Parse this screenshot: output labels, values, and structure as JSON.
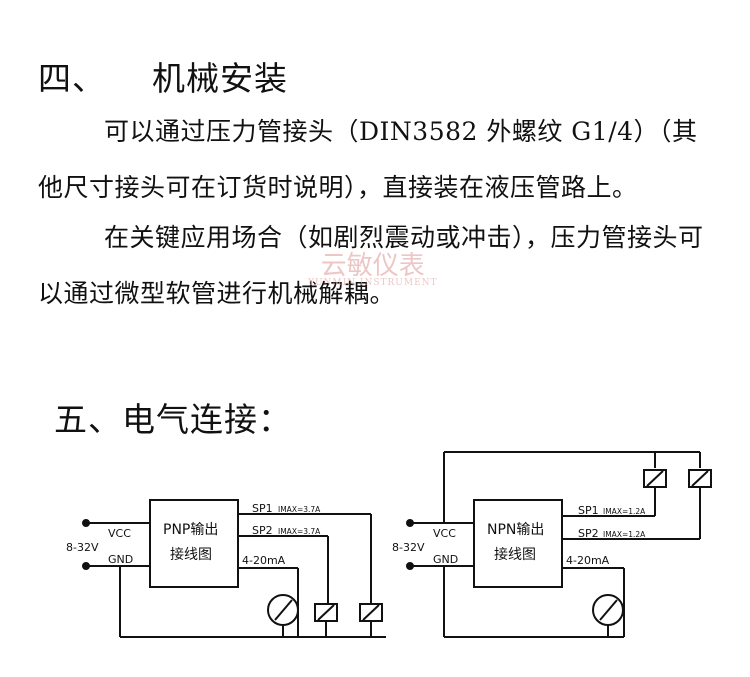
{
  "section4": {
    "title": "四、    机械安装",
    "paragraph1": "可以通过压力管接头（DIN3582 外螺纹 G1/4）（其他尺寸接头可在订货时说明），直接装在液压管路上。",
    "paragraph2": "在关键应用场合（如剧烈震动或冲击），压力管接头可以通过微型软管进行机械解耦。"
  },
  "watermark": {
    "cn": "云敏仪表",
    "en": "YUNMIN INSTRUMENT"
  },
  "section5": {
    "title": "五、电气连接："
  },
  "diagrams": {
    "pnp": {
      "box_line1": "PNP输出",
      "box_line2": "接线图",
      "vcc": "VCC",
      "gnd": "GND",
      "supply": "8-32V",
      "sp1": "SP1",
      "sp1_imax": "IMAX=3.7A",
      "sp2": "SP2",
      "sp2_imax": "IMAX=3.7A",
      "analog": "4-20mA"
    },
    "npn": {
      "box_line1": "NPN输出",
      "box_line2": "接线图",
      "vcc": "VCC",
      "gnd": "GND",
      "supply": "8-32V",
      "sp1": "SP1",
      "sp1_imax": "IMAX=1.2A",
      "sp2": "SP2",
      "sp2_imax": "IMAX=1.2A",
      "analog": "4-20mA"
    }
  }
}
